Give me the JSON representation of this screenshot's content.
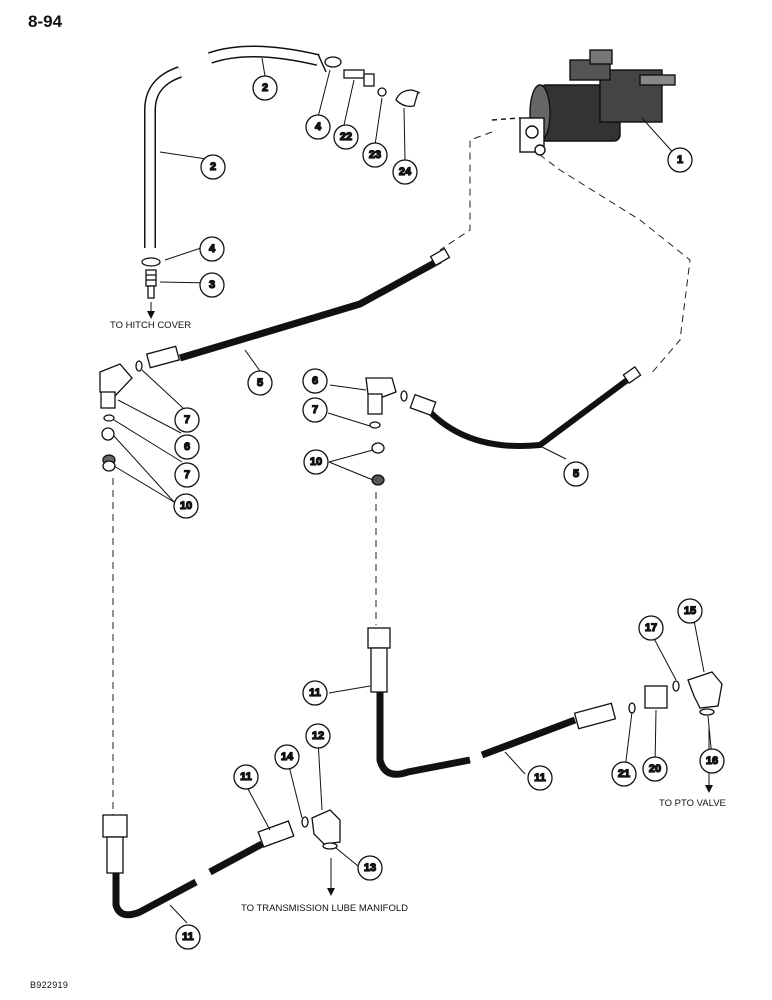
{
  "page_number": "8-94",
  "figure_id": "B922919",
  "notes": {
    "hitch": "TO HITCH COVER",
    "pto": "TO PTO VALVE",
    "lube": "TO TRANSMISSION LUBE MANIFOLD"
  },
  "callouts": {
    "c1": "1",
    "c2a": "2",
    "c2b": "2",
    "c3": "3",
    "c4a": "4",
    "c4b": "4",
    "c5a": "5",
    "c5b": "5",
    "c6a": "6",
    "c6b": "6",
    "c7a": "7",
    "c7b": "7",
    "c7c": "7",
    "c10a": "10",
    "c10b": "10",
    "c11a": "11",
    "c11b": "11",
    "c11c": "11",
    "c11d": "11",
    "c12": "12",
    "c13": "13",
    "c14": "14",
    "c15": "15",
    "c16": "16",
    "c17": "17",
    "c20": "20",
    "c21": "21",
    "c22": "22",
    "c23": "23",
    "c24": "24"
  }
}
